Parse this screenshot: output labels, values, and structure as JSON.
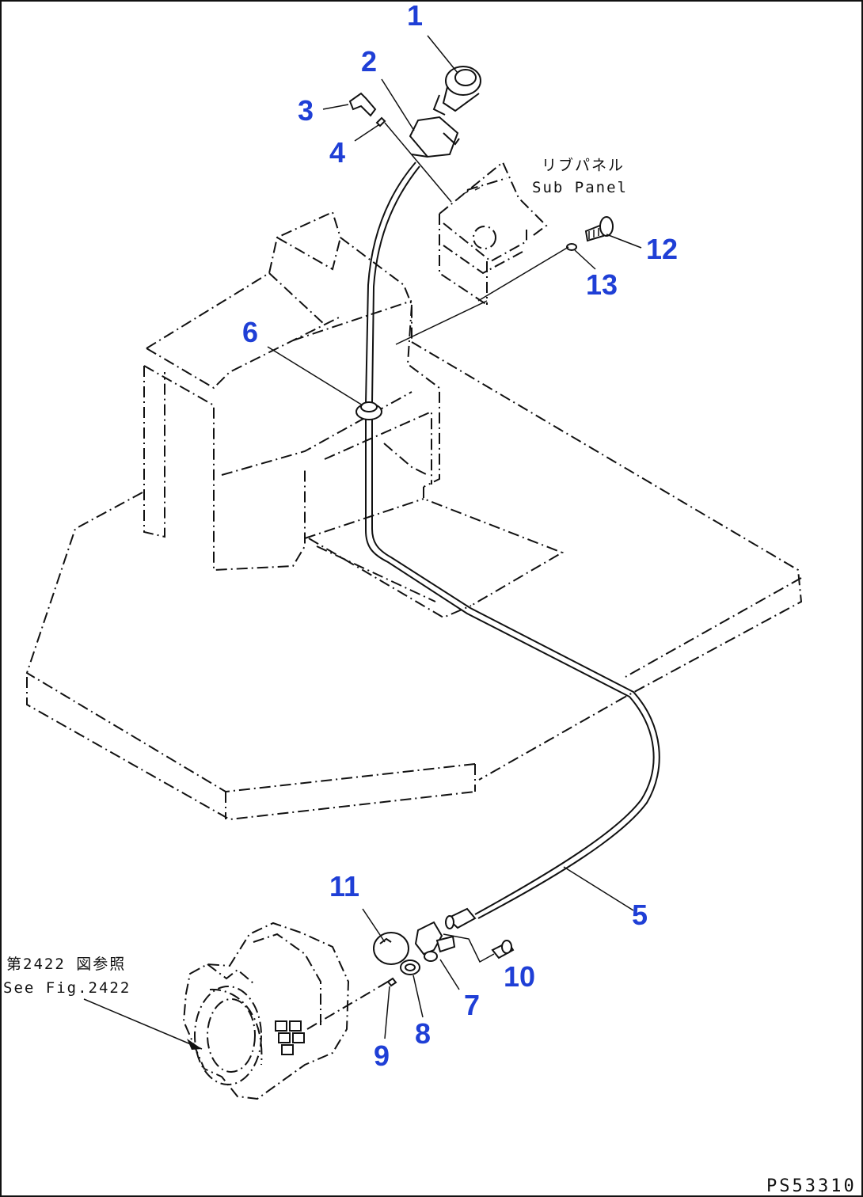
{
  "callouts": {
    "c1": "1",
    "c2": "2",
    "c3": "3",
    "c4": "4",
    "c5": "5",
    "c6": "6",
    "c7": "7",
    "c8": "8",
    "c9": "9",
    "c10": "10",
    "c11": "11",
    "c12": "12",
    "c13": "13"
  },
  "notes": {
    "sub_panel_jp": "リブパネル",
    "sub_panel_en": "Sub Panel",
    "see_fig_jp": "第2422 図参照",
    "see_fig_en": "See Fig.2422"
  },
  "drawing_code": "PS53310",
  "colors": {
    "callout": "#1f3fd6",
    "line": "#111111",
    "background": "#ffffff"
  }
}
